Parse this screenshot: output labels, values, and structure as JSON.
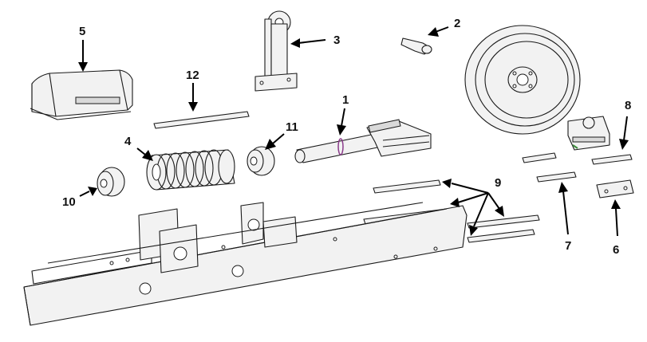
{
  "diagram": {
    "callouts": [
      {
        "id": "1",
        "text": "1"
      },
      {
        "id": "2",
        "text": "2"
      },
      {
        "id": "3",
        "text": "3"
      },
      {
        "id": "4",
        "text": "4"
      },
      {
        "id": "5",
        "text": "5"
      },
      {
        "id": "6",
        "text": "6"
      },
      {
        "id": "7",
        "text": "7"
      },
      {
        "id": "8",
        "text": "8"
      },
      {
        "id": "9",
        "text": "9"
      },
      {
        "id": "10",
        "text": "10"
      },
      {
        "id": "11",
        "text": "11"
      },
      {
        "id": "12",
        "text": "12"
      }
    ],
    "colors": {
      "line": "#1a1a1a",
      "fill": "#f2f2f2",
      "accent_ring": "#8a3a8a",
      "accent_green": "#3a8a3a"
    }
  }
}
